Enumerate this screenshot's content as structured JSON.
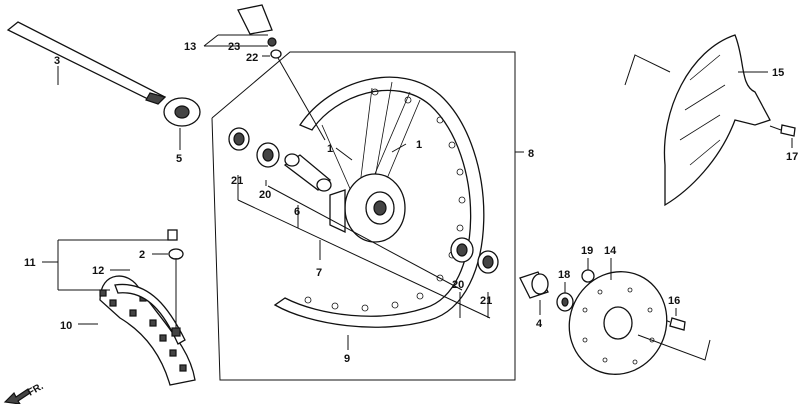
{
  "callouts": [
    {
      "id": "c1a",
      "text": "1"
    },
    {
      "id": "c1b",
      "text": "1"
    },
    {
      "id": "c2",
      "text": "2"
    },
    {
      "id": "c3",
      "text": "3"
    },
    {
      "id": "c4",
      "text": "4"
    },
    {
      "id": "c5",
      "text": "5"
    },
    {
      "id": "c6",
      "text": "6"
    },
    {
      "id": "c7",
      "text": "7"
    },
    {
      "id": "c8",
      "text": "8"
    },
    {
      "id": "c9",
      "text": "9"
    },
    {
      "id": "c10",
      "text": "10"
    },
    {
      "id": "c11",
      "text": "11"
    },
    {
      "id": "c12",
      "text": "12"
    },
    {
      "id": "c13",
      "text": "13"
    },
    {
      "id": "c14",
      "text": "14"
    },
    {
      "id": "c15",
      "text": "15"
    },
    {
      "id": "c16",
      "text": "16"
    },
    {
      "id": "c17",
      "text": "17"
    },
    {
      "id": "c18",
      "text": "18"
    },
    {
      "id": "c19",
      "text": "19"
    },
    {
      "id": "c20a",
      "text": "20"
    },
    {
      "id": "c20b",
      "text": "20"
    },
    {
      "id": "c21a",
      "text": "21"
    },
    {
      "id": "c21b",
      "text": "21"
    },
    {
      "id": "c22",
      "text": "22"
    },
    {
      "id": "c23",
      "text": "23"
    }
  ],
  "direction_marker": "FR."
}
